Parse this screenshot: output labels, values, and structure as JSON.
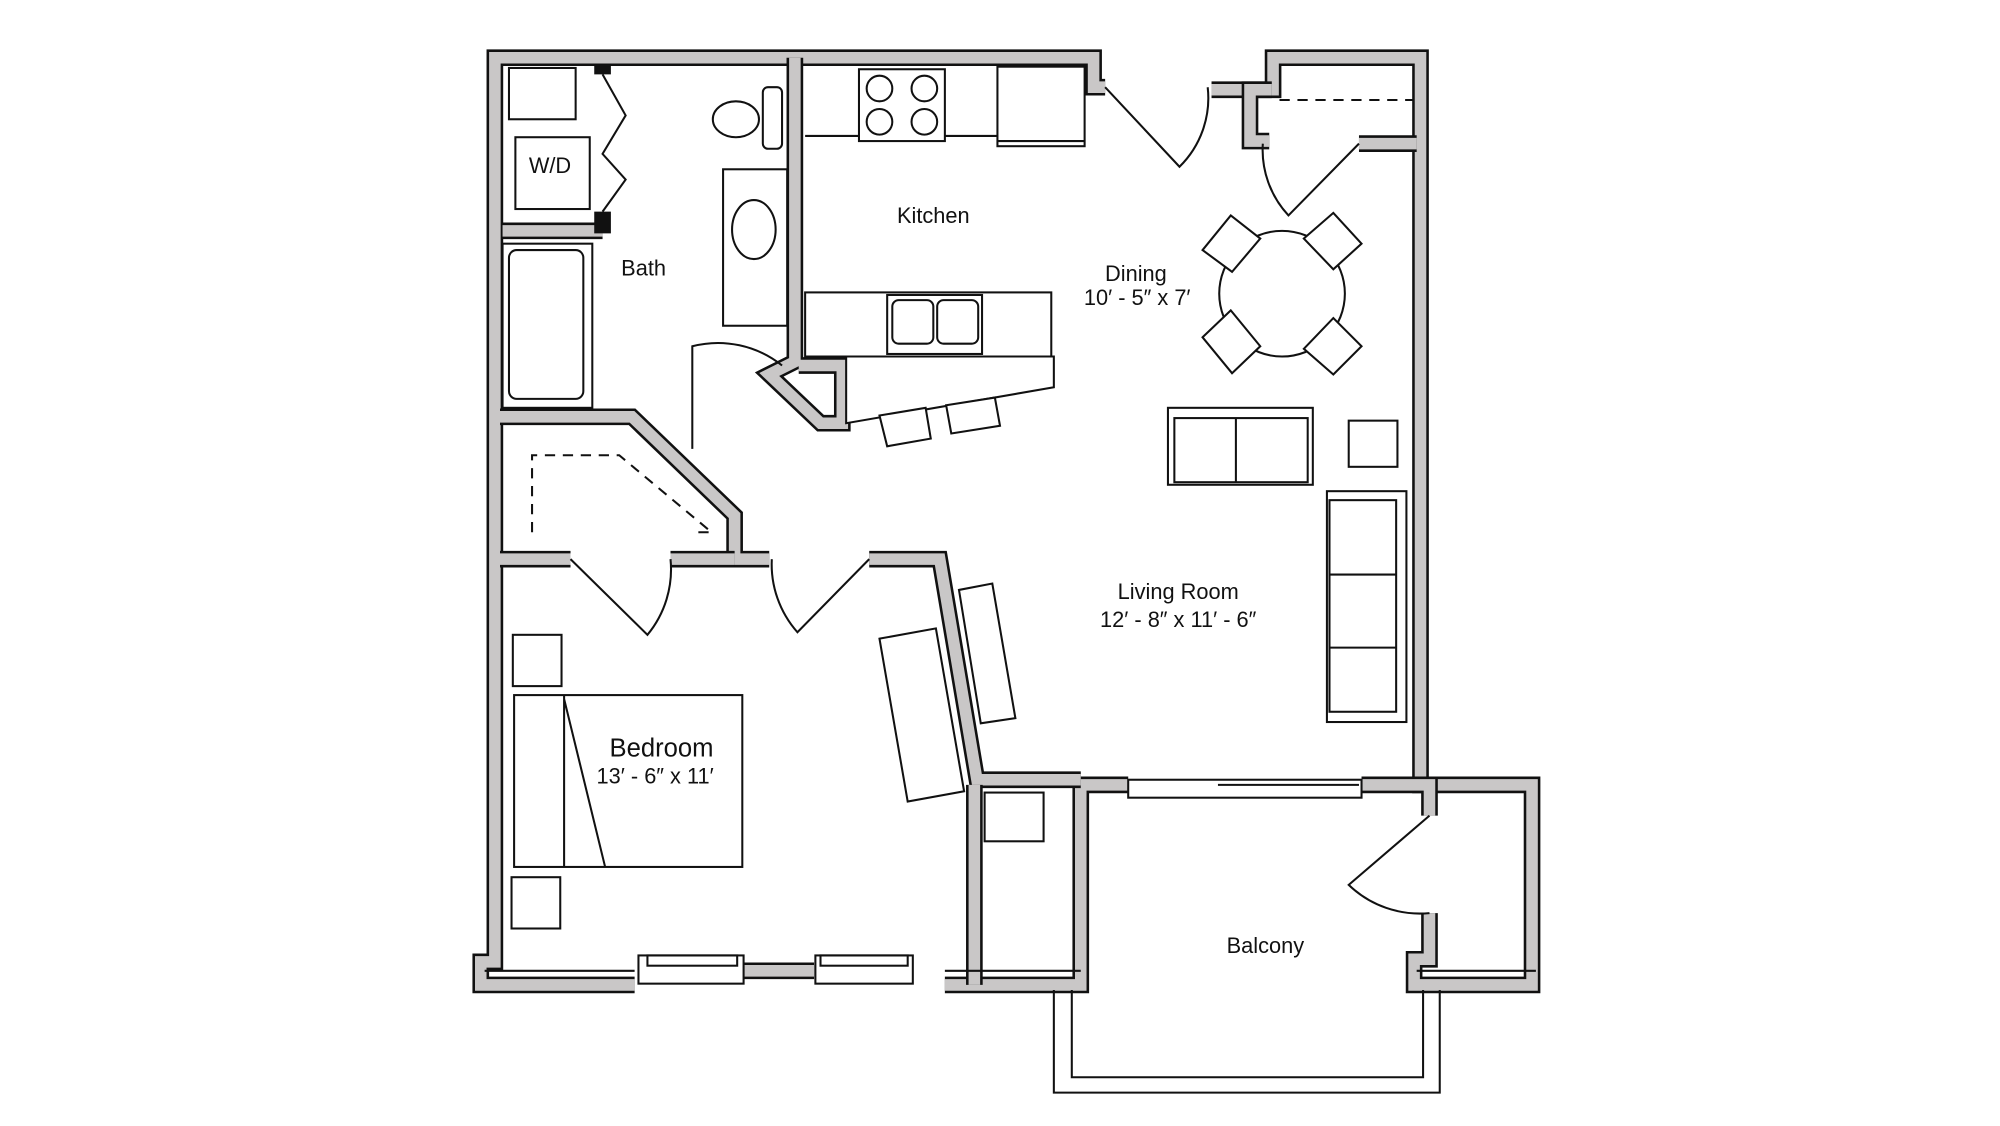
{
  "floorplan": {
    "rooms": {
      "washer_dryer": {
        "label": "W/D"
      },
      "bath": {
        "label": "Bath"
      },
      "kitchen": {
        "label": "Kitchen"
      },
      "dining": {
        "label": "Dining",
        "size": "10′ - 5″ x 7′"
      },
      "living_room": {
        "label": "Living Room",
        "size": "12′ - 8″ x 11′ - 6″"
      },
      "bedroom": {
        "label": "Bedroom",
        "size": "13′ - 6″ x 11′"
      },
      "balcony": {
        "label": "Balcony"
      }
    },
    "colors": {
      "wall_fill": "#c9c7c7",
      "line": "#111111",
      "background": "#ffffff"
    }
  }
}
